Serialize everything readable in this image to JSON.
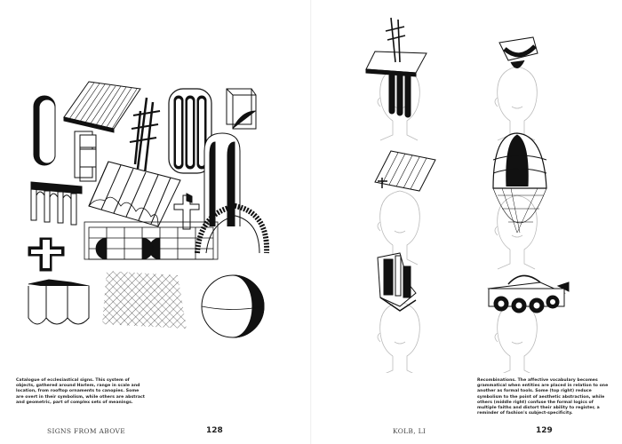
{
  "left_page": {
    "caption": "Catalogue of ecclesiastical signs. This system of objects, gathered around Harlem, range in scale and location, from rooftop ornaments to canopies. Some are overt in their symbolism, while others are abstract and geometric, part of complex sets of meanings.",
    "running_title": "SIGNS FROM ABOVE",
    "page_number": "128"
  },
  "right_page": {
    "caption": "Recombinations. The affective vocabulary becomes grammatical when entities are placed in relation to one another as formal tools. Some (top right) reduce symbolism to the point of aesthetic abstraction, while others (middle right) confuse the formal logics of multiple faiths and distort their ability to register, a reminder of fashion's subject-specificity.",
    "running_title": "KOLB, LI",
    "page_number": "129"
  }
}
